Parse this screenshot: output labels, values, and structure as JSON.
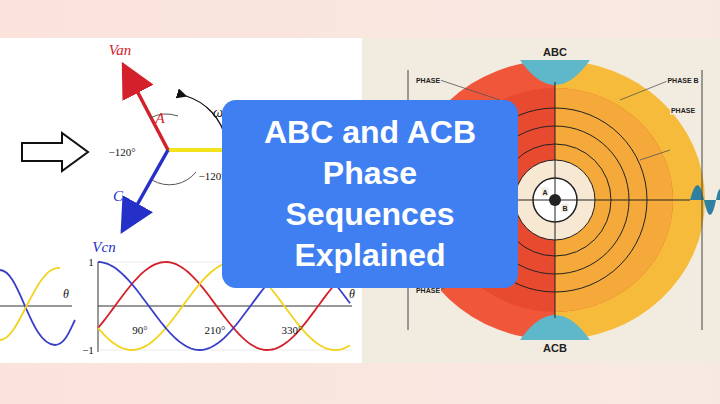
{
  "diagram": {
    "nodes": [
      {
        "text": [
          "ABC and ACB Phase Sequences Explained"
        ]
      }
    ],
    "labels": [
      "Van",
      "A",
      "ω",
      "−120°",
      "C",
      "Vcn",
      "−120°",
      "1",
      "−1",
      "90°",
      "210°",
      "330°",
      "θ",
      "θ",
      "ABC",
      "ACB",
      "PHASE",
      "PHASE",
      "PHASE",
      "PHASE",
      "PHASE B",
      "PHASE",
      "A",
      "B"
    ]
  }
}
